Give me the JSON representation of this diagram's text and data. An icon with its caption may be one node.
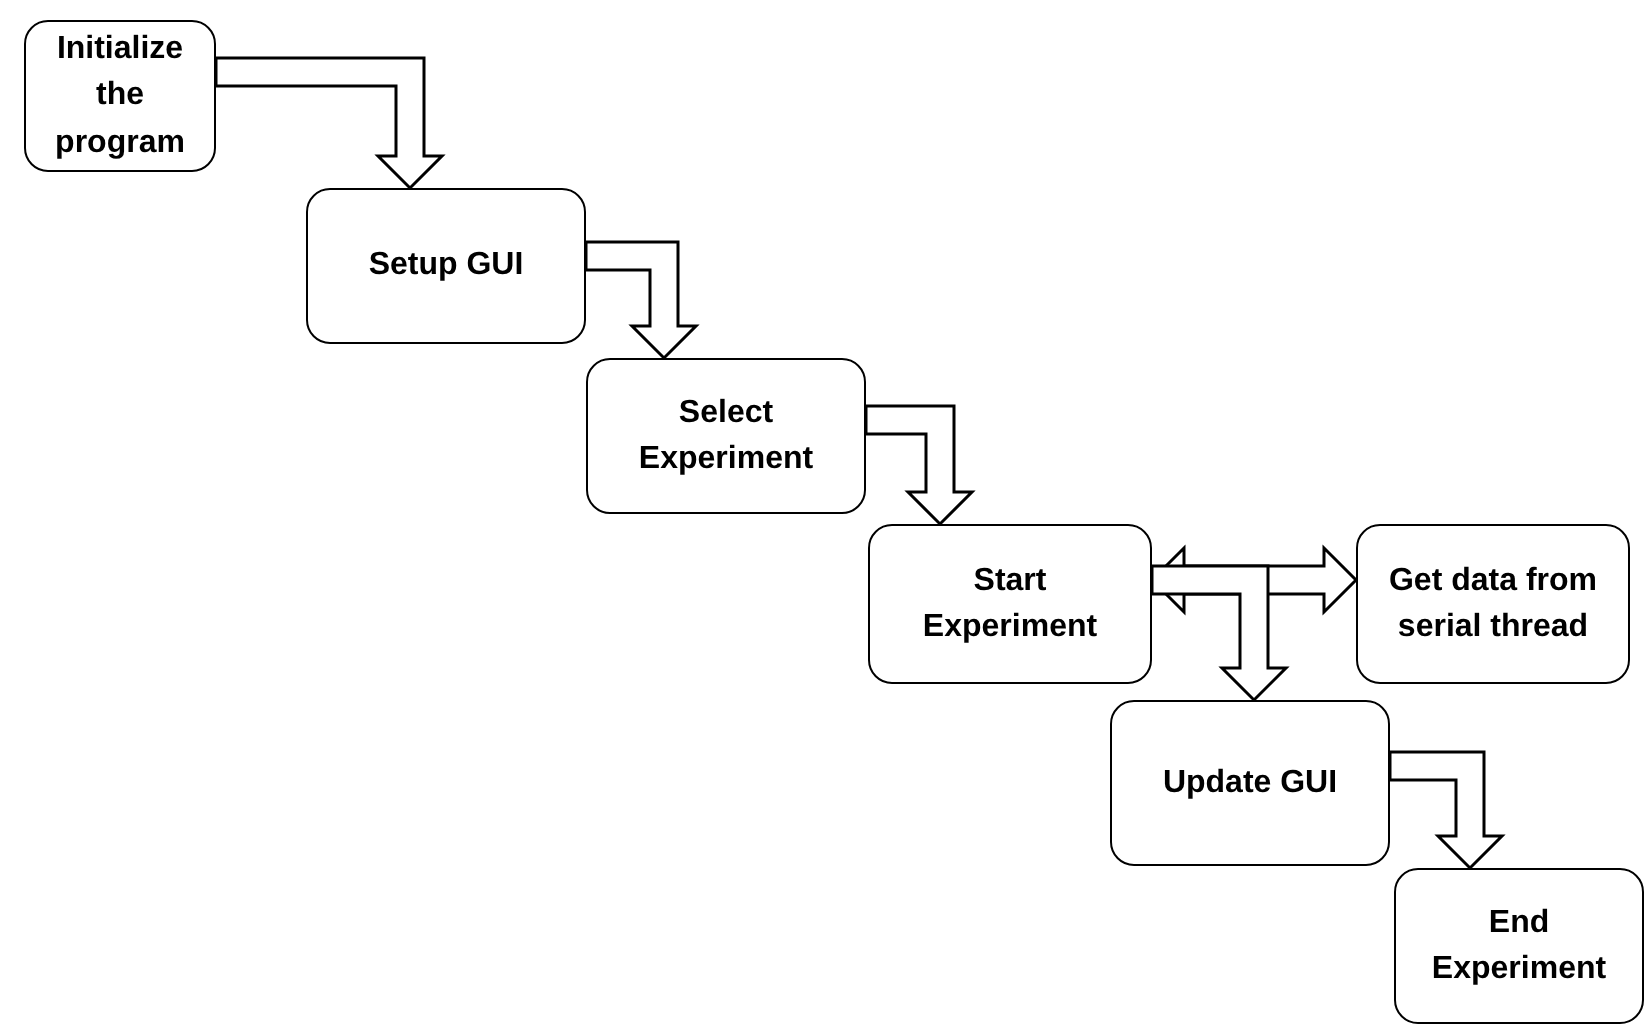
{
  "diagram": {
    "nodes": [
      {
        "text": [
          "Initialize the program"
        ]
      },
      {
        "text": [
          "Setup GUI"
        ]
      },
      {
        "text": [
          "Select Experiment"
        ]
      },
      {
        "text": [
          "Start Experiment"
        ]
      },
      {
        "text": [
          "Get data from serial thread"
        ]
      },
      {
        "text": [
          "Update GUI"
        ]
      },
      {
        "text": [
          "End Experiment"
        ]
      }
    ],
    "edges": [
      {
        "from": 0,
        "to": 1,
        "arrow": "to"
      },
      {
        "from": 1,
        "to": 2,
        "arrow": "to"
      },
      {
        "from": 2,
        "to": 3,
        "arrow": "to"
      },
      {
        "from": 3,
        "to": 4,
        "arrow": "both"
      },
      {
        "from": 3,
        "to": 5,
        "arrow": "to"
      },
      {
        "from": 5,
        "to": 6,
        "arrow": "to"
      }
    ]
  }
}
